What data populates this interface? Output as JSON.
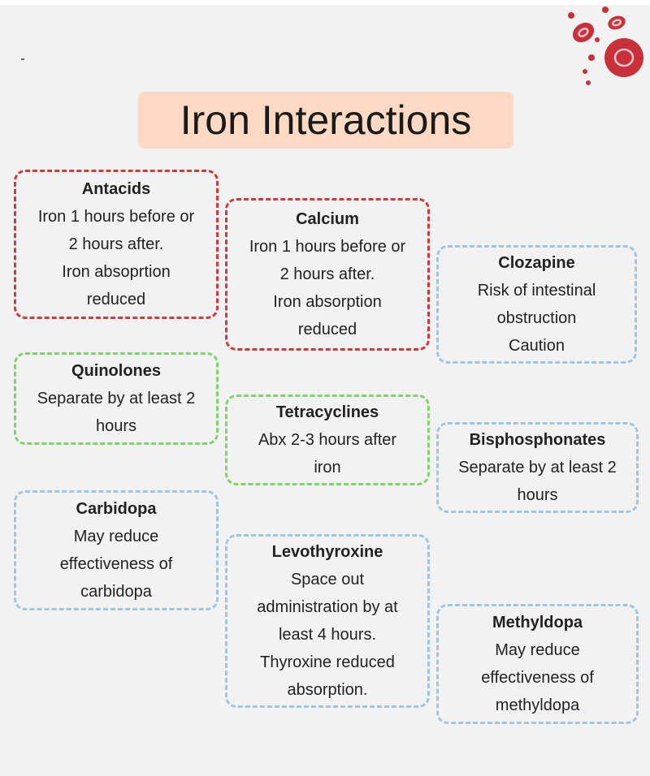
{
  "title": "Iron Interactions",
  "colors": {
    "red": "#cf3b3b",
    "green": "#7fd36a",
    "blue": "#9cc7e4",
    "title_bg": "#fbd9c2",
    "cell": "#c8303a"
  },
  "cards": {
    "antacids": {
      "name": "Antacids",
      "lines": [
        "Iron 1 hours before or",
        "2 hours after.",
        "Iron absoprtion",
        "reduced"
      ]
    },
    "calcium": {
      "name": "Calcium",
      "lines": [
        "Iron 1 hours before or",
        "2 hours after.",
        "Iron absorption",
        "reduced"
      ]
    },
    "clozapine": {
      "name": "Clozapine",
      "lines": [
        "Risk of intestinal",
        "obstruction",
        "Caution"
      ]
    },
    "quinolones": {
      "name": "Quinolones",
      "lines": [
        "Separate by at least 2",
        "hours"
      ]
    },
    "tetracyclines": {
      "name": "Tetracyclines",
      "lines": [
        "Abx 2-3 hours after",
        "iron"
      ]
    },
    "bisphosphonates": {
      "name": "Bisphosphonates",
      "lines": [
        "Separate by at least 2",
        "hours"
      ]
    },
    "carbidopa": {
      "name": "Carbidopa",
      "lines": [
        "May reduce",
        "effectiveness of",
        "carbidopa"
      ]
    },
    "levothyroxine": {
      "name": "Levothyroxine",
      "lines": [
        "Space out",
        "administration by at",
        "least 4 hours.",
        "Thyroxine reduced",
        "absorption."
      ]
    },
    "methyldopa": {
      "name": "Methyldopa",
      "lines": [
        "May reduce",
        "effectiveness of",
        "methyldopa"
      ]
    }
  }
}
